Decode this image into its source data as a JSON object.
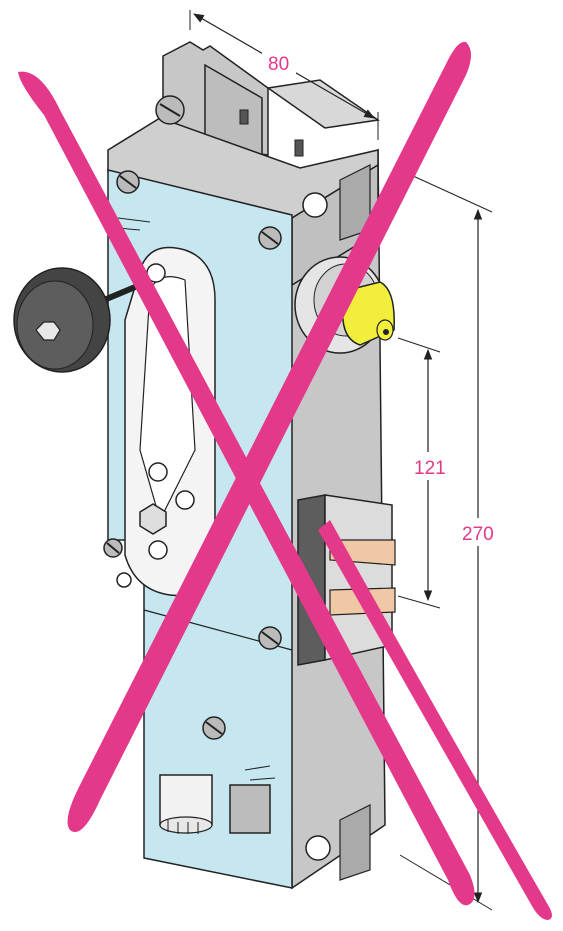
{
  "diagram": {
    "dimensions": [
      {
        "id": "width",
        "label": "80"
      },
      {
        "id": "spacing",
        "label": "121"
      },
      {
        "id": "height",
        "label": "270"
      }
    ],
    "crossed_out": true,
    "colors": {
      "body_blue": "#c6e7f0",
      "metal_grey": "#c7c7c7",
      "dark_grey": "#5d5d5d",
      "plunger_yellow": "#f1ef3c",
      "contact_peach": "#f1c8a5",
      "cross_pink": "#e4388a",
      "dimension_text": "#e4388a",
      "line": "#222222"
    }
  }
}
